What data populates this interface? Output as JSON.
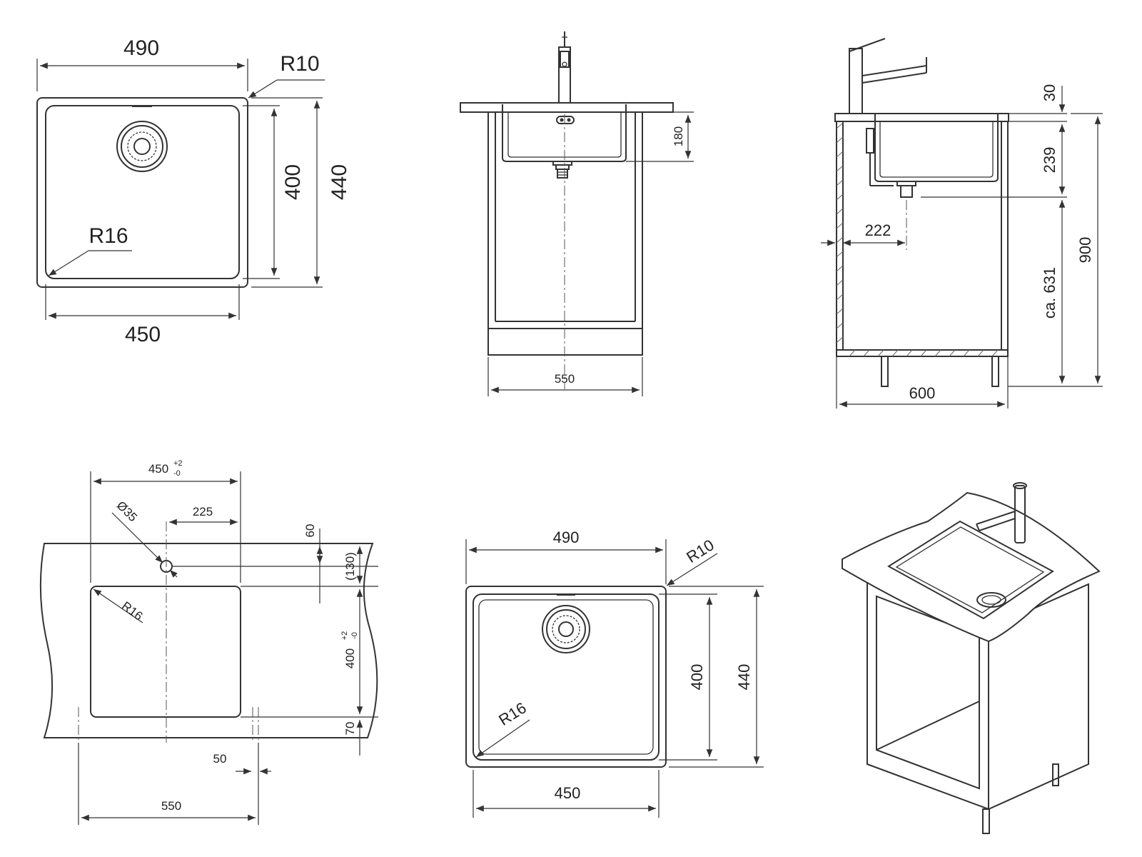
{
  "views": {
    "top_view": {
      "outer_width": "490",
      "outer_radius": "R10",
      "inner_depth": "400",
      "outer_depth": "440",
      "inner_radius": "R16",
      "inner_width": "450"
    },
    "front_section": {
      "bowl_depth": "180",
      "cabinet_width": "550"
    },
    "side_section": {
      "worktop_thickness": "30",
      "bowl_depth": "239",
      "drain_offset": "222",
      "total_height": "900",
      "drain_height": "ca. 631",
      "cabinet_depth": "600"
    },
    "cutout": {
      "cutout_width": "450",
      "cutout_width_tol_upper": "+2",
      "cutout_width_tol_lower": "-0",
      "tap_hole": "Ø35",
      "tap_offset": "225",
      "tap_distance": "60",
      "front_distance": "(130)",
      "corner_radius": "R16",
      "cutout_depth": "400",
      "cutout_depth_tol_upper": "+2",
      "cutout_depth_tol_lower": "-0",
      "back_distance": "70",
      "side_clearance": "50",
      "cabinet_width": "550"
    },
    "top_view_2": {
      "outer_width": "490",
      "outer_radius": "R10",
      "inner_depth": "400",
      "outer_depth": "440",
      "inner_radius": "R16",
      "inner_width": "450"
    }
  },
  "colors": {
    "line": "#333333",
    "background": "#ffffff"
  },
  "icons": [
    "drain-strainer-icon",
    "tap-faucet-icon"
  ]
}
